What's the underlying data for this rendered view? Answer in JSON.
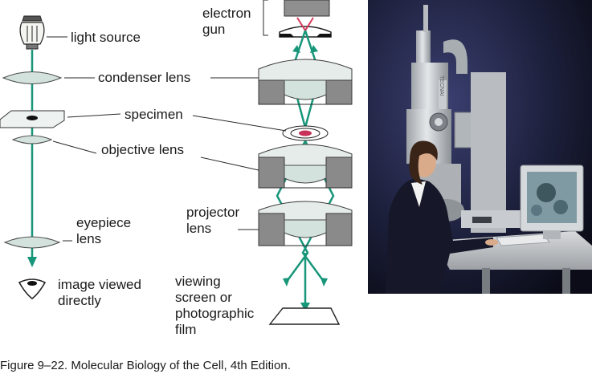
{
  "light_microscope": {
    "light_source": "light source",
    "condenser_lens": "condenser lens",
    "specimen": "specimen",
    "objective_lens": "objective lens",
    "eyepiece_lens": [
      "eyepiece",
      "lens"
    ],
    "image_viewed": [
      "image viewed",
      "directly"
    ]
  },
  "electron_microscope": {
    "electron_gun": [
      "electron",
      "gun"
    ],
    "projector_lens": [
      "projector",
      "lens"
    ],
    "viewing_screen": [
      "viewing",
      "screen or",
      "photographic",
      "film"
    ]
  },
  "caption": "Figure 9–22. Molecular Biology of the Cell, 4th Edition.",
  "colors": {
    "beam": "#18967a",
    "lens_glass": "#d3e2dc",
    "magnet_shell": "#8a8a8a",
    "photo_background": "#1c1f3a"
  }
}
